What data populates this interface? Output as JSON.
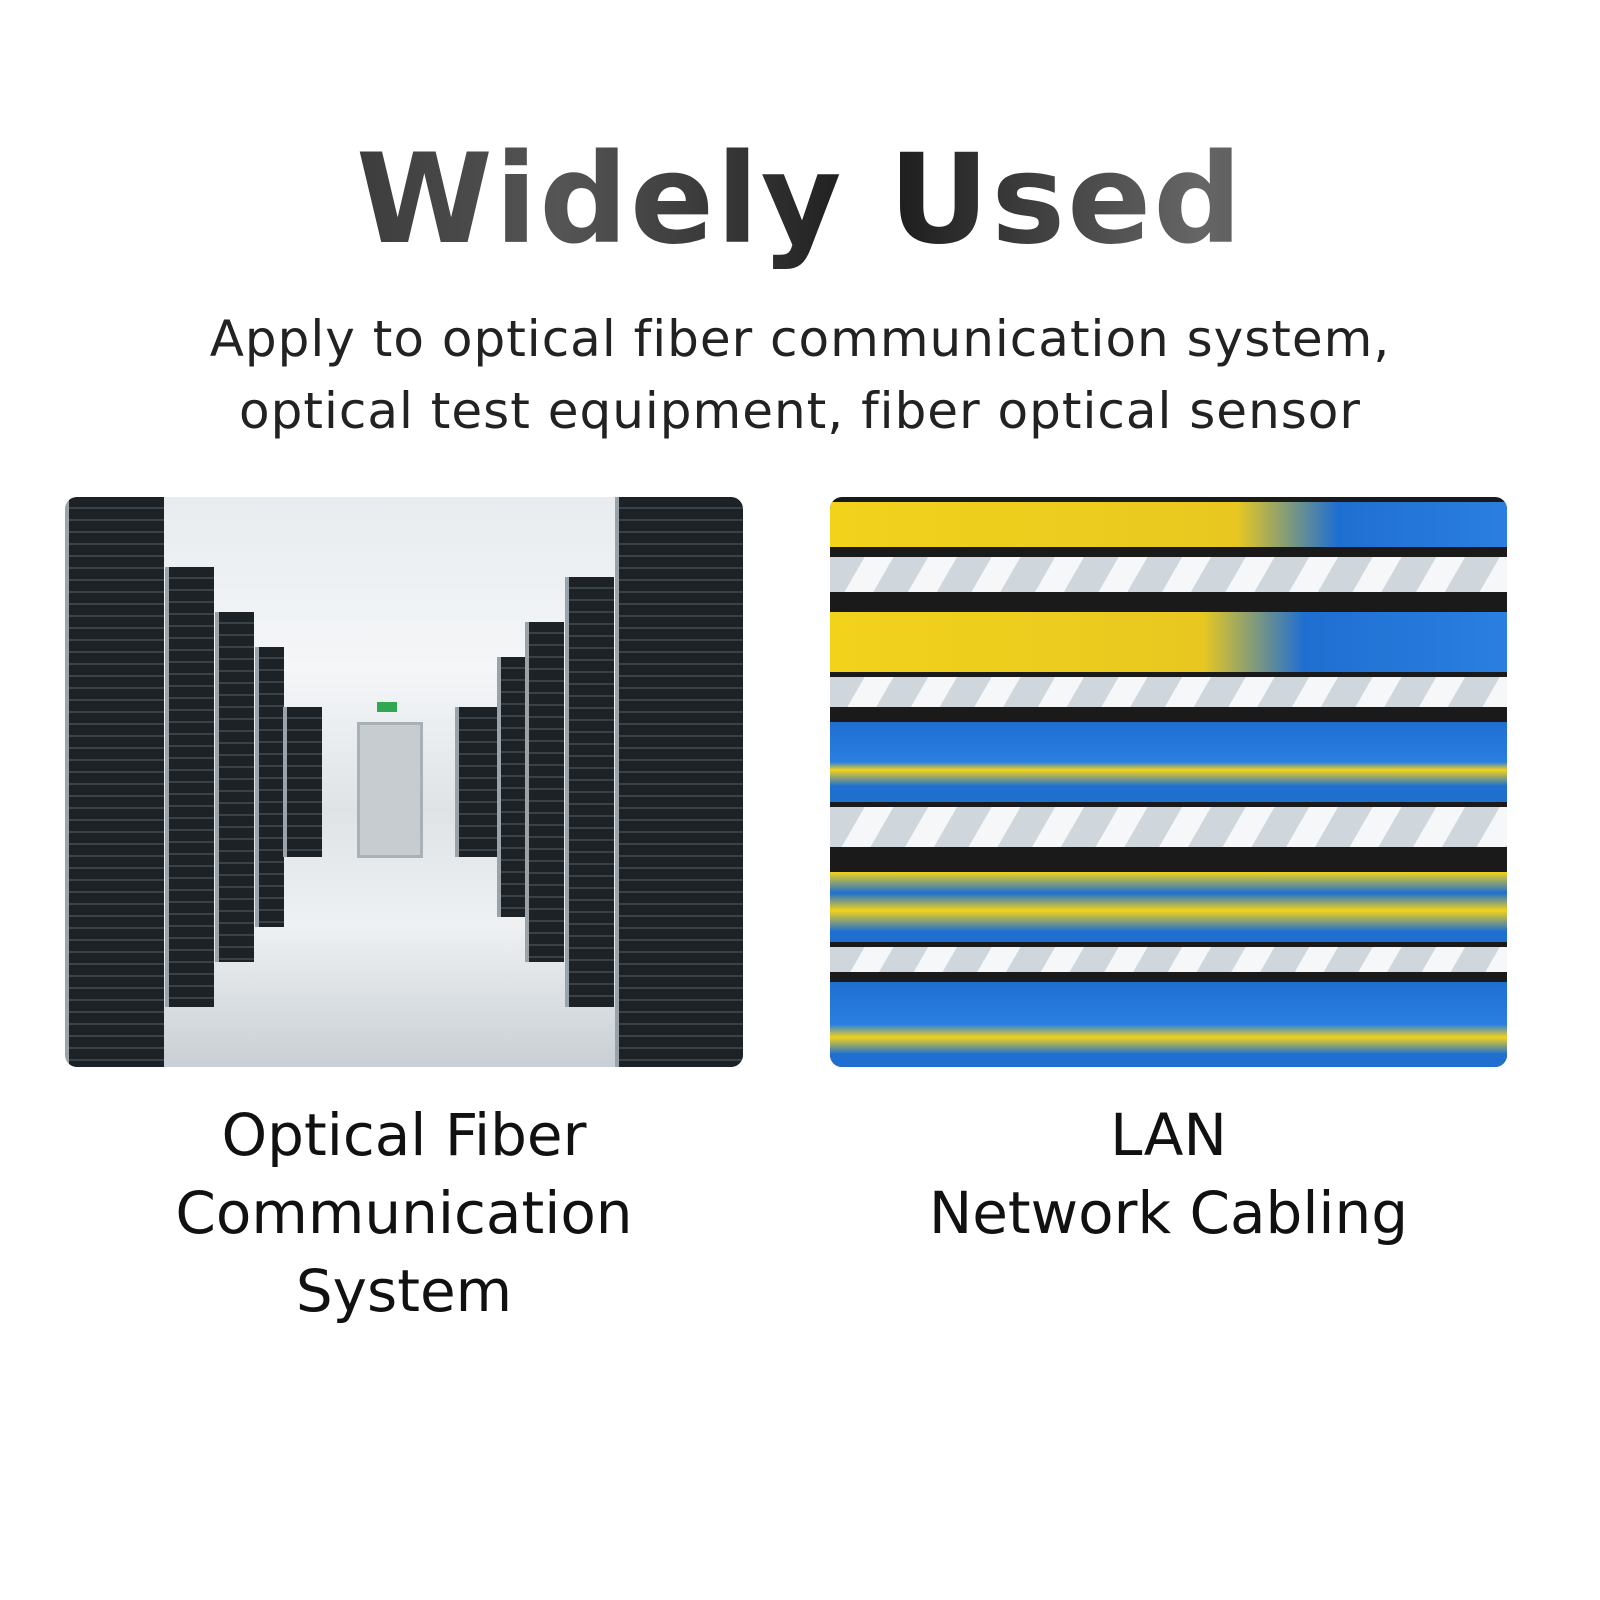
{
  "header": {
    "title": "Widely Used",
    "subtitle_lines": [
      "Apply to optical fiber communication system,",
      "optical test equipment, fiber optical sensor"
    ]
  },
  "cards": [
    {
      "caption_lines": [
        "Optical Fiber",
        "Communication System"
      ]
    },
    {
      "caption_lines": [
        "LAN",
        "Network Cabling"
      ]
    }
  ],
  "colors": {
    "cable_blue": "#1f6fd1",
    "fiber_yellow": "#f2d21b"
  }
}
